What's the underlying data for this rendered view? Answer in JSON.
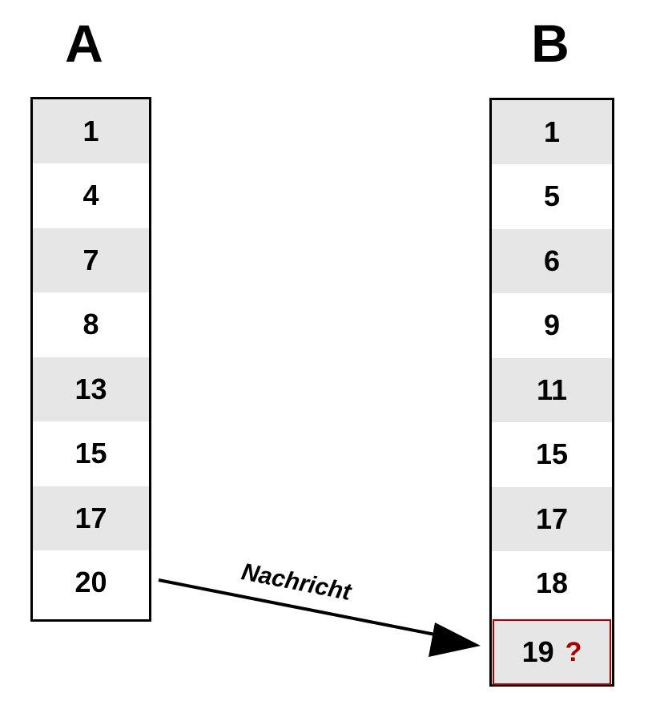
{
  "column_a": {
    "title": "A",
    "values": [
      "1",
      "4",
      "7",
      "8",
      "13",
      "15",
      "17",
      "20"
    ]
  },
  "column_b": {
    "title": "B",
    "values": [
      "1",
      "5",
      "6",
      "9",
      "11",
      "15",
      "17",
      "18"
    ],
    "pending_value": "19",
    "pending_mark": "?"
  },
  "arrow": {
    "label": "Nachricht"
  },
  "colors": {
    "row_shade": "#e6e6e6",
    "highlight": "#aa0000"
  }
}
